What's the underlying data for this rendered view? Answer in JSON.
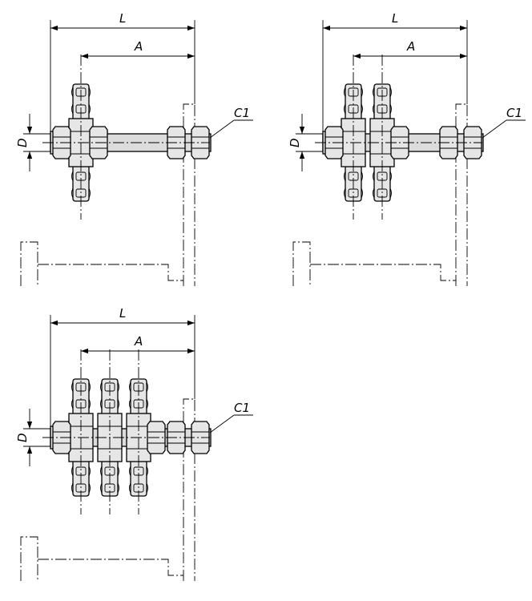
{
  "figures": [
    {
      "id": "single-sprocket",
      "sprockets": 1,
      "labels": {
        "length": "L",
        "offset": "A",
        "diameter": "D",
        "chain": "C1"
      }
    },
    {
      "id": "double-sprocket",
      "sprockets": 2,
      "labels": {
        "length": "L",
        "offset": "A",
        "diameter": "D",
        "chain": "C1"
      }
    },
    {
      "id": "triple-sprocket",
      "sprockets": 3,
      "labels": {
        "length": "L",
        "offset": "A",
        "diameter": "D",
        "chain": "C1"
      }
    }
  ],
  "colors": {
    "line": "#000000",
    "part_fill": "#e6e6e6",
    "background": "#ffffff"
  }
}
